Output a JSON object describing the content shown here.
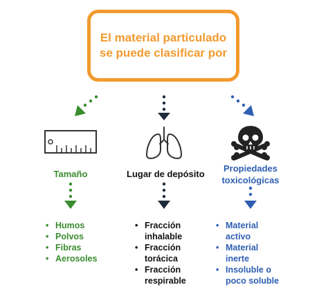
{
  "title": {
    "line1": "El material particulado",
    "line2": "se puede clasificar por"
  },
  "colors": {
    "orange": "#f29a2e",
    "green": "#3a8d2f",
    "dark": "#1f2b3a",
    "blue": "#2f5fb3"
  },
  "categories": [
    {
      "label": "Tamaño",
      "icon": "ruler-icon",
      "items": [
        {
          "lines": [
            "Humos"
          ]
        },
        {
          "lines": [
            "Polvos"
          ]
        },
        {
          "lines": [
            "Fibras"
          ]
        },
        {
          "lines": [
            "Aerosoles"
          ]
        }
      ]
    },
    {
      "label": "Lugar de depósito",
      "icon": "lungs-icon",
      "items": [
        {
          "lines": [
            "Fracción",
            "inhalable"
          ]
        },
        {
          "lines": [
            "Fracción",
            "torácica"
          ]
        },
        {
          "lines": [
            "Fracción",
            "respirable"
          ]
        }
      ]
    },
    {
      "label_lines": [
        "Propiedades",
        "toxicológicas"
      ],
      "icon": "skull-crossbones-icon",
      "items": [
        {
          "lines": [
            "Material",
            "activo"
          ]
        },
        {
          "lines": [
            "Material",
            "inerte"
          ]
        },
        {
          "lines": [
            "Insoluble o",
            "poco soluble"
          ]
        }
      ]
    }
  ]
}
